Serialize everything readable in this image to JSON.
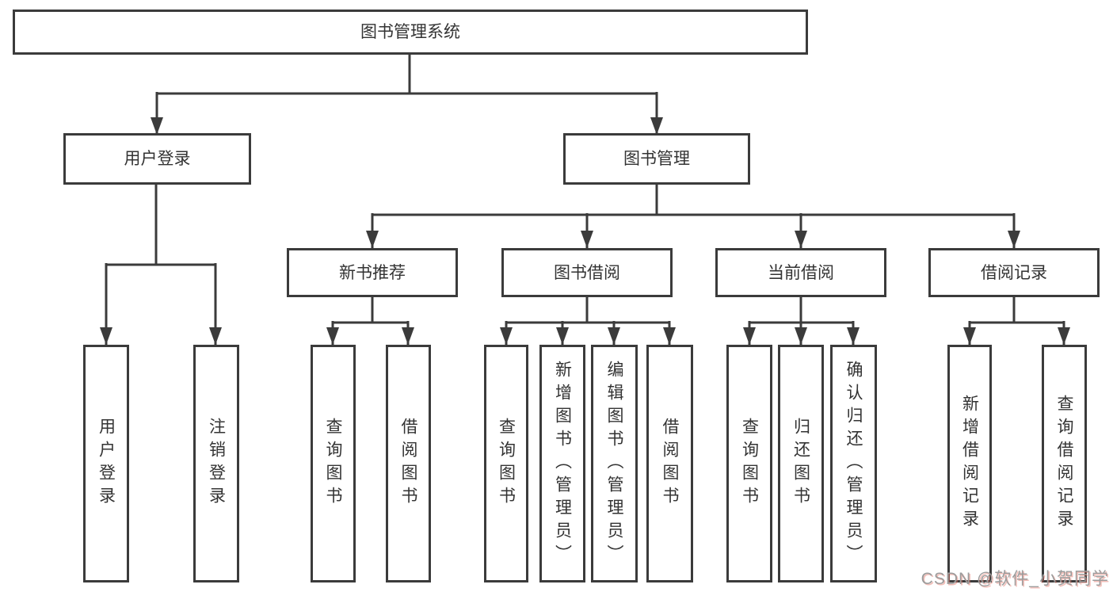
{
  "page": {
    "background": "#ffffff"
  },
  "diagram": {
    "type": "hierarchy",
    "colors": {
      "line": "#3b3b3b",
      "box_border": "#3b3b3b",
      "box_fill": "#ffffff",
      "text": "#333333"
    },
    "tree": {
      "label": "图书管理系统",
      "children": [
        {
          "label": "用户登录",
          "children": [
            {
              "label": "用户登录"
            },
            {
              "label": "注销登录"
            }
          ]
        },
        {
          "label": "图书管理",
          "children": [
            {
              "label": "新书推荐",
              "children": [
                {
                  "label": "查询图书"
                },
                {
                  "label": "借阅图书"
                }
              ]
            },
            {
              "label": "图书借阅",
              "children": [
                {
                  "label": "查询图书"
                },
                {
                  "label": "新增图书（管理员）"
                },
                {
                  "label": "编辑图书（管理员）"
                },
                {
                  "label": "借阅图书"
                }
              ]
            },
            {
              "label": "当前借阅",
              "children": [
                {
                  "label": "查询图书"
                },
                {
                  "label": "归还图书"
                },
                {
                  "label": "确认归还（管理员）"
                }
              ]
            },
            {
              "label": "借阅记录",
              "children": [
                {
                  "label": "新增借阅记录"
                },
                {
                  "label": "查询借阅记录"
                }
              ]
            }
          ]
        }
      ]
    }
  },
  "watermark": {
    "text": "CSDN @软件_小贺同学",
    "color": "#9c9c9c"
  }
}
